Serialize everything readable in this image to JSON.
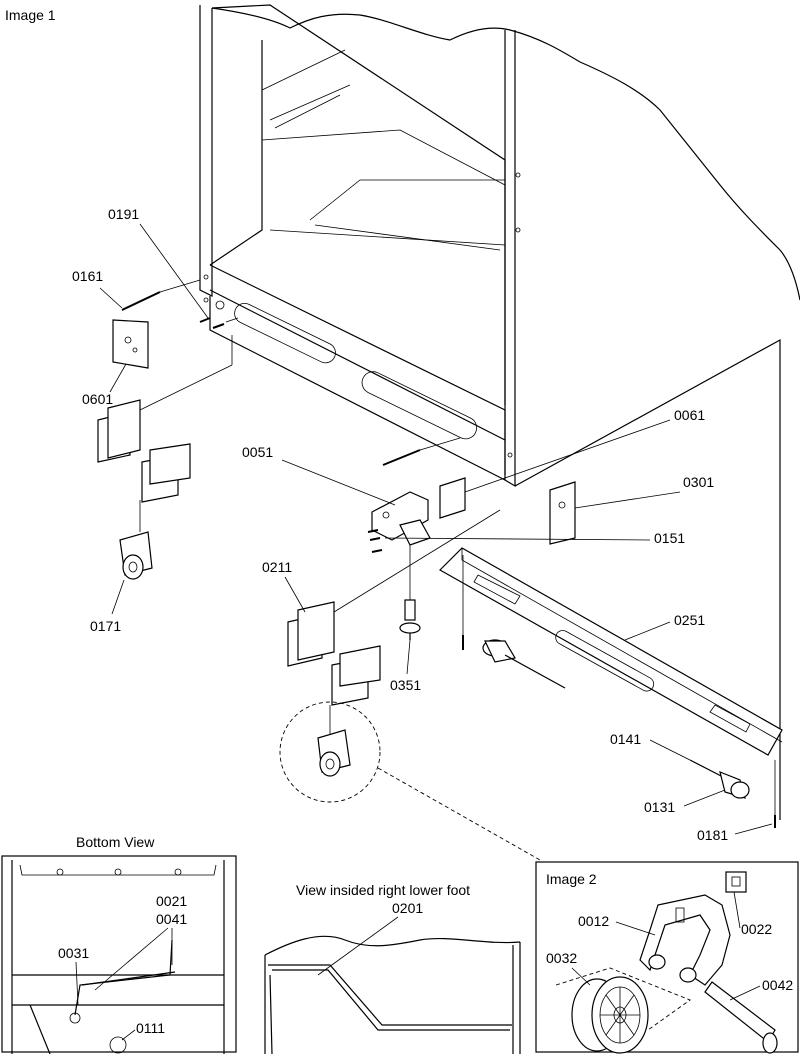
{
  "titles": {
    "image1": "Image 1",
    "image2": "Image 2",
    "bottom_view": "Bottom View",
    "inside_foot": "View insided right lower foot"
  },
  "labels": {
    "p0191": "0191",
    "p0161": "0161",
    "p0601": "0601",
    "p0171": "0171",
    "p0051": "0051",
    "p0061": "0061",
    "p0301": "0301",
    "p0151": "0151",
    "p0211": "0211",
    "p0351": "0351",
    "p0251": "0251",
    "p0141": "0141",
    "p0131": "0131",
    "p0181": "0181",
    "p0021": "0021",
    "p0041": "0041",
    "p0031": "0031",
    "p0111": "0111",
    "p0201": "0201",
    "p0012": "0012",
    "p0022": "0022",
    "p0032": "0032",
    "p0042": "0042"
  },
  "colors": {
    "line": "#000000",
    "background": "#ffffff"
  }
}
